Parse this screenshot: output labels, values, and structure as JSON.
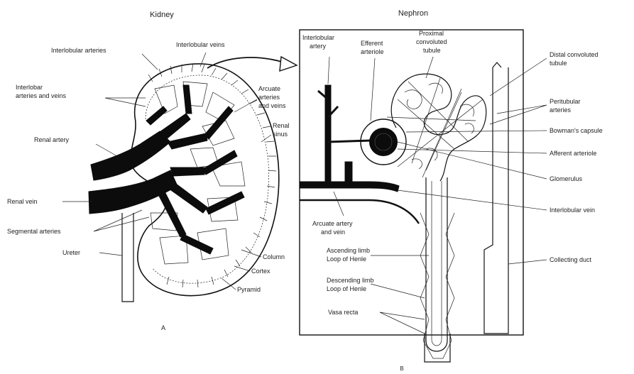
{
  "panel_a": {
    "title": "Kidney",
    "letter": "A",
    "labels": {
      "interlobular_arteries": "Interlobular arteries",
      "interlobular_veins": "Interlobular veins",
      "interlobar_line1": "Interlobar",
      "interlobar_line2": "arteries and veins",
      "arcuate_line1": "Arcuate",
      "arcuate_line2": "arteries",
      "arcuate_line3": "and veins",
      "renal_sinus_line1": "Renal",
      "renal_sinus_line2": "sinus",
      "renal_artery": "Renal artery",
      "renal_vein": "Renal vein",
      "segmental_arteries": "Segmental arteries",
      "ureter": "Ureter",
      "column": "Column",
      "cortex": "Cortex",
      "pyramid": "Pyramid"
    }
  },
  "panel_b": {
    "title": "Nephron",
    "letter": "B",
    "labels": {
      "interlobular_artery_line1": "Interlobular",
      "interlobular_artery_line2": "artery",
      "efferent_line1": "Efferent",
      "efferent_line2": "arteriole",
      "proximal_line1": "Proximal",
      "proximal_line2": "convoluted",
      "proximal_line3": "tubule",
      "distal_line1": "Distal convoluted",
      "distal_line2": "tubule",
      "peritubular_line1": "Peritubular",
      "peritubular_line2": "arteries",
      "bowmans_capsule": "Bowman's capsule",
      "afferent_arteriole": "Afferent arteriole",
      "glomerulus": "Glomerulus",
      "interlobular_vein": "Interlobular vein",
      "arcuate_line1": "Arcuate artery",
      "arcuate_line2": "and vein",
      "ascending_line1": "Ascending limb",
      "ascending_line2": "Loop of Henle",
      "descending_line1": "Descending limb",
      "descending_line2": "Loop of Henle",
      "vasa_recta": "Vasa recta",
      "collecting_duct": "Collecting duct"
    }
  }
}
